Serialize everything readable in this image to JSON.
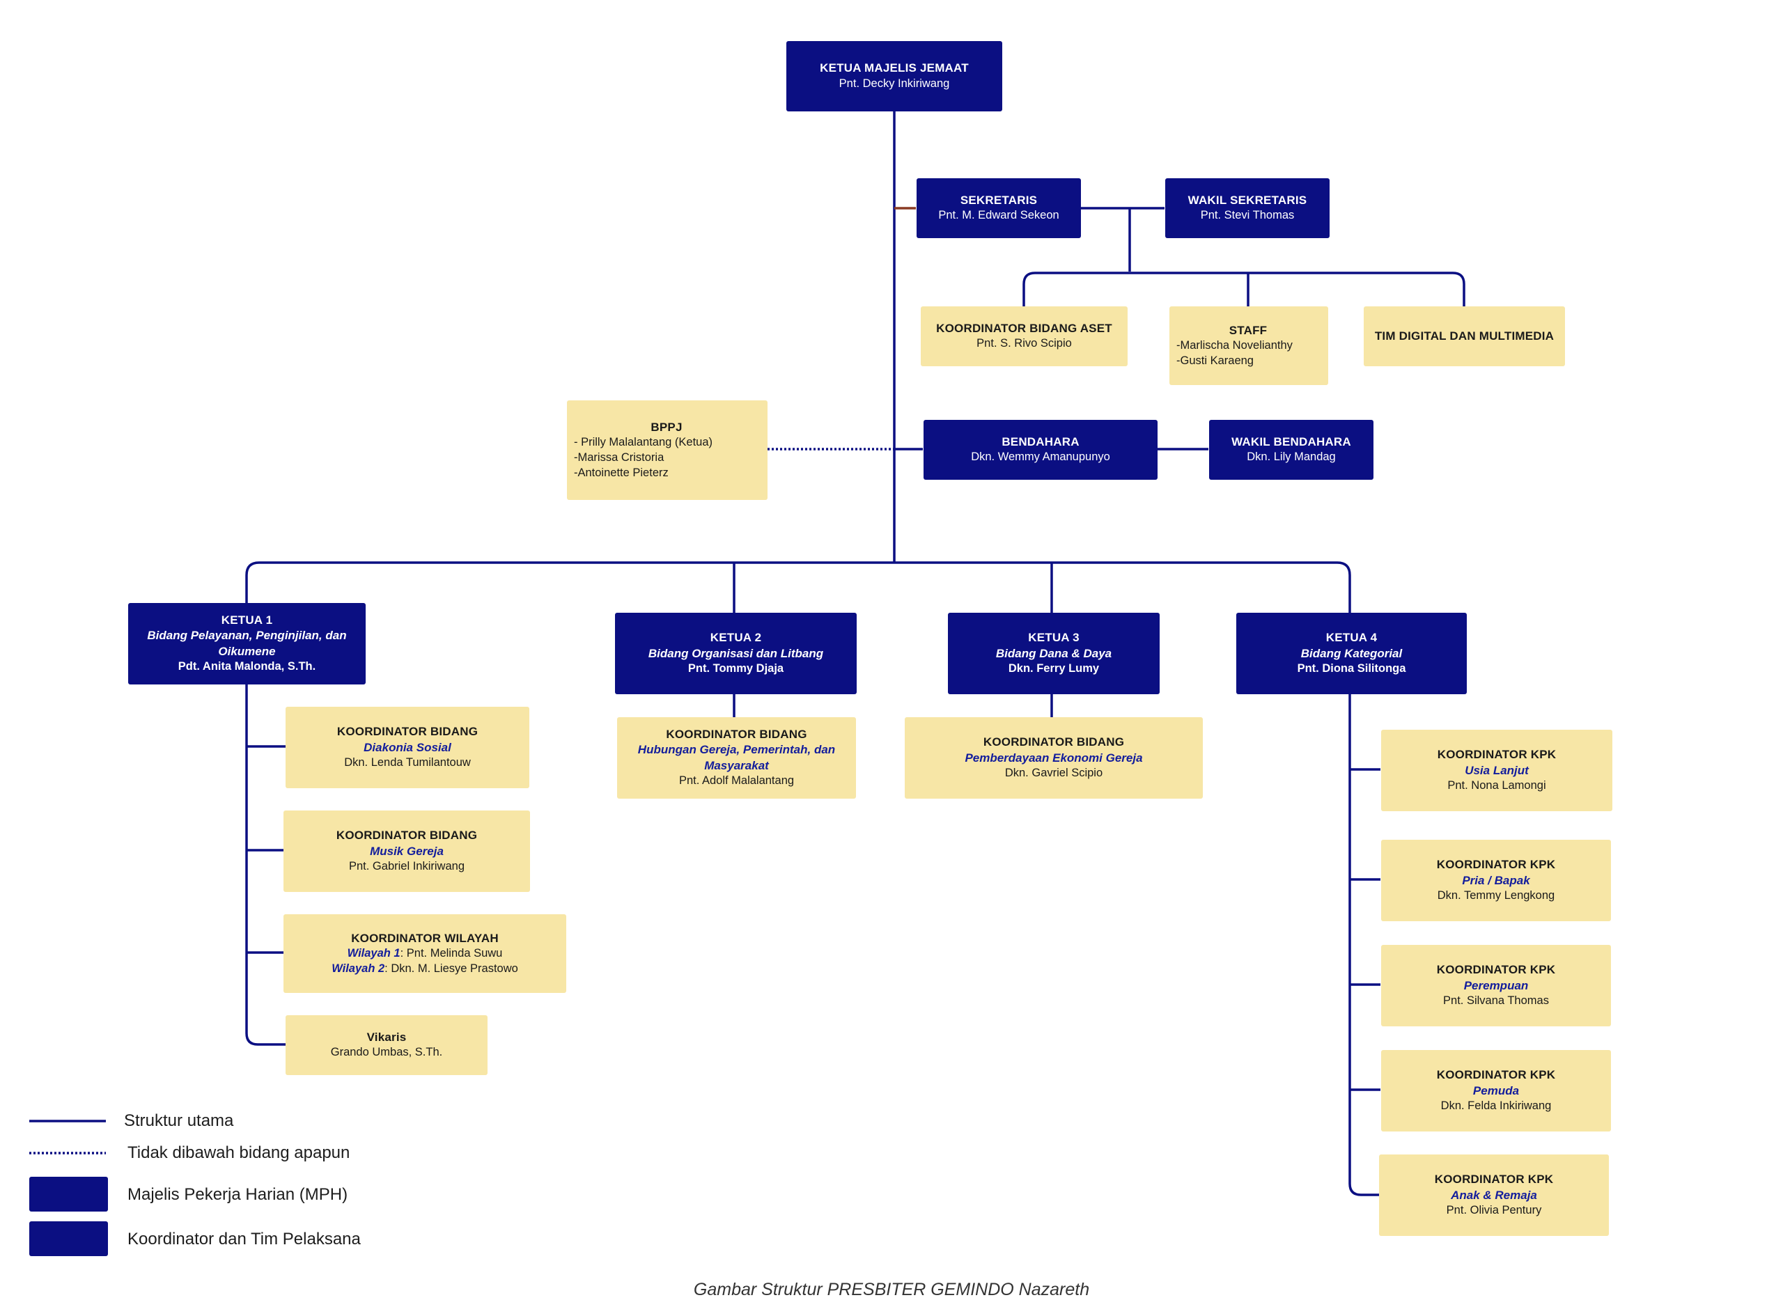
{
  "colors": {
    "mph": "#0b0f82",
    "coordinator": "#f7e6a6",
    "line": "#0b0f82",
    "accent_text": "#131d9c"
  },
  "ketua_majelis": {
    "title": "KETUA MAJELIS JEMAAT",
    "name": "Pnt. Decky Inkiriwang"
  },
  "sekretaris": {
    "title": "SEKRETARIS",
    "name": "Pnt. M. Edward Sekeon"
  },
  "wakil_sekretaris": {
    "title": "WAKIL SEKRETARIS",
    "name": "Pnt. Stevi Thomas"
  },
  "koord_aset": {
    "title": "KOORDINATOR BIDANG ASET",
    "name": "Pnt. S. Rivo Scipio"
  },
  "staff": {
    "title": "STAFF",
    "members": [
      "-Marlischa Novelianthy",
      "-Gusti Karaeng"
    ]
  },
  "tim_digital": {
    "title": "TIM DIGITAL DAN MULTIMEDIA"
  },
  "bppj": {
    "title": "BPPJ",
    "members": [
      "- Prilly Malalantang (Ketua)",
      "-Marissa Cristoria",
      "-Antoinette Pieterz"
    ]
  },
  "bendahara": {
    "title": "BENDAHARA",
    "name": "Dkn. Wemmy Amanupunyo"
  },
  "wakil_bendahara": {
    "title": "WAKIL BENDAHARA",
    "name": "Dkn. Lily Mandag"
  },
  "ketua1": {
    "title": "KETUA  1",
    "field": "Bidang Pelayanan, Penginjilan, dan Oikumene",
    "name": "Pdt. Anita Malonda, S.Th."
  },
  "ketua2": {
    "title": "KETUA 2",
    "field": "Bidang Organisasi dan Litbang",
    "name": "Pnt. Tommy Djaja"
  },
  "ketua3": {
    "title": "KETUA 3",
    "field": "Bidang Dana & Daya",
    "name": "Dkn. Ferry Lumy"
  },
  "ketua4": {
    "title": "KETUA 4",
    "field": "Bidang Kategorial",
    "name": "Pnt. Diona Silitonga"
  },
  "k1_diakonia": {
    "title": "KOORDINATOR BIDANG",
    "field": "Diakonia Sosial",
    "name": "Dkn. Lenda Tumilantouw"
  },
  "k1_musik": {
    "title": "KOORDINATOR BIDANG",
    "field": "Musik Gereja",
    "name": "Pnt. Gabriel Inkiriwang"
  },
  "k1_wilayah": {
    "title": "KOORDINATOR WILAYAH",
    "w1_label": "Wilayah 1",
    "w1_name": ": Pnt. Melinda Suwu",
    "w2_label": "Wilayah 2",
    "w2_name": ": Dkn. M. Liesye Prastowo"
  },
  "k1_vikaris": {
    "title": "Vikaris",
    "name": "Grando Umbas, S.Th."
  },
  "k2_hubungan": {
    "title": "KOORDINATOR BIDANG",
    "field": "Hubungan Gereja, Pemerintah, dan Masyarakat",
    "name": "Pnt. Adolf Malalantang"
  },
  "k3_ekonomi": {
    "title": "KOORDINATOR BIDANG",
    "field": "Pemberdayaan Ekonomi Gereja",
    "name": "Dkn. Gavriel Scipio"
  },
  "kpk_usia": {
    "title": "KOORDINATOR KPK",
    "field": "Usia Lanjut",
    "name": "Pnt. Nona Lamongi"
  },
  "kpk_pria": {
    "title": "KOORDINATOR KPK",
    "field": "Pria / Bapak",
    "name": "Dkn. Temmy Lengkong"
  },
  "kpk_perempuan": {
    "title": "KOORDINATOR KPK",
    "field": "Perempuan",
    "name": "Pnt. Silvana Thomas"
  },
  "kpk_pemuda": {
    "title": "KOORDINATOR KPK",
    "field": "Pemuda",
    "name": "Dkn. Felda Inkiriwang"
  },
  "kpk_anak": {
    "title": "KOORDINATOR KPK",
    "field": "Anak & Remaja",
    "name": "Pnt. Olivia Pentury"
  },
  "legend": {
    "main": "Struktur utama",
    "dotted": "Tidak dibawah bidang apapun",
    "mph": "Majelis Pekerja Harian (MPH)",
    "coord": "Koordinator dan Tim Pelaksana"
  },
  "caption": "Gambar Struktur PRESBITER GEMINDO Nazareth"
}
